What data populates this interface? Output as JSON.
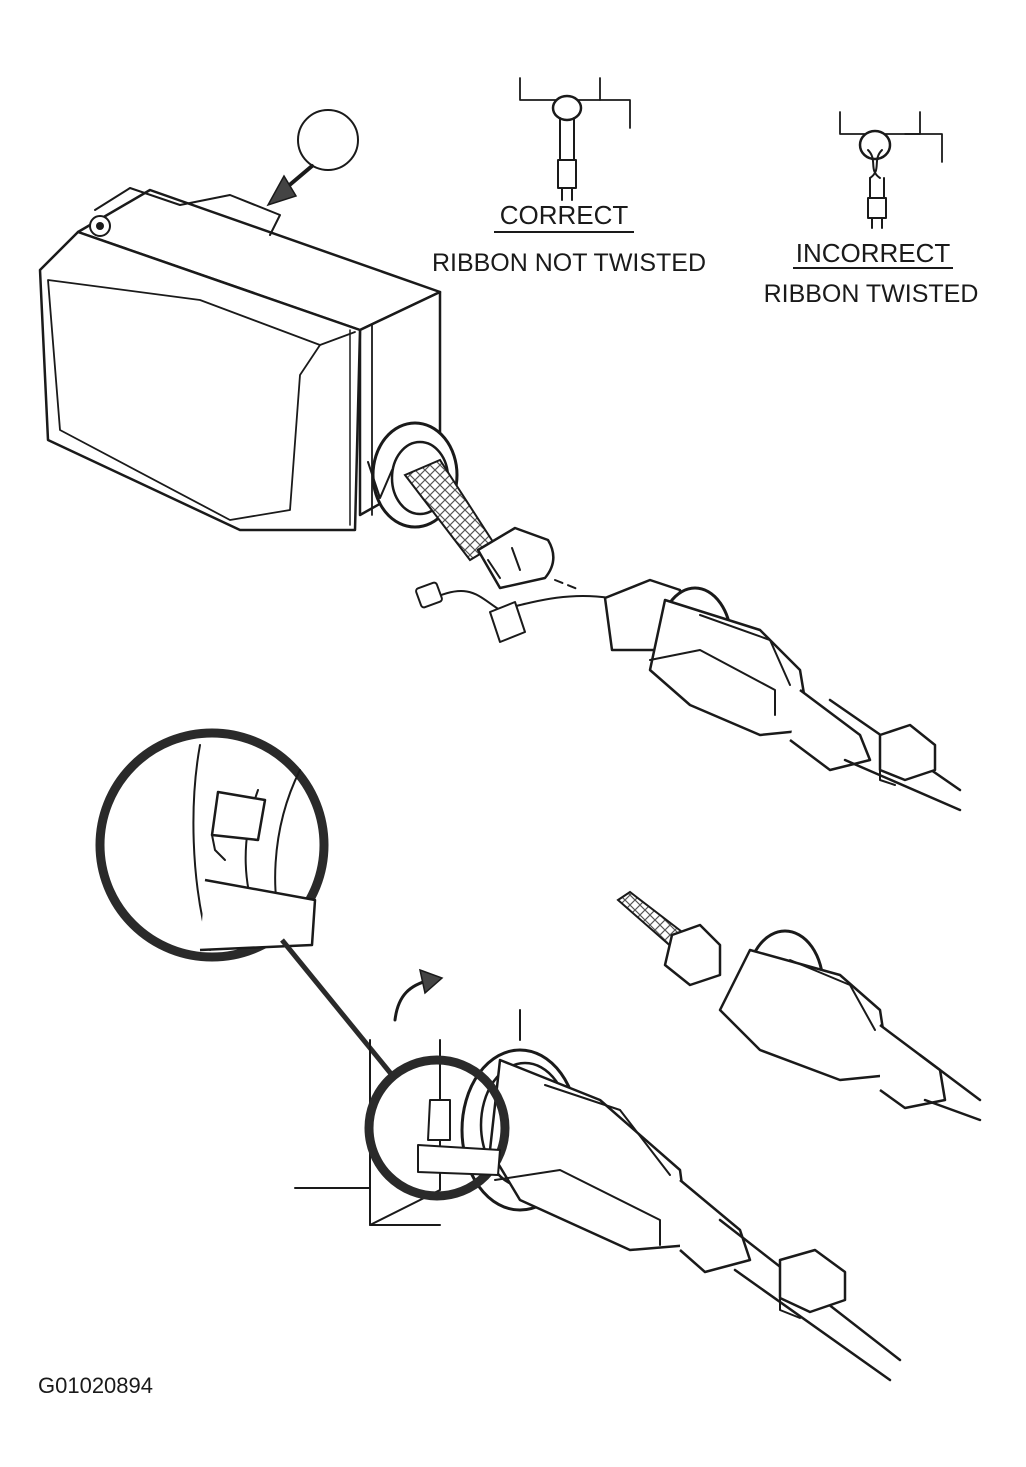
{
  "labels": {
    "correct_title": "CORRECT",
    "correct_sub": "RIBBON NOT TWISTED",
    "incorrect_title": "INCORRECT",
    "incorrect_sub": "RIBBON TWISTED",
    "figure_id": "G01020894"
  }
}
